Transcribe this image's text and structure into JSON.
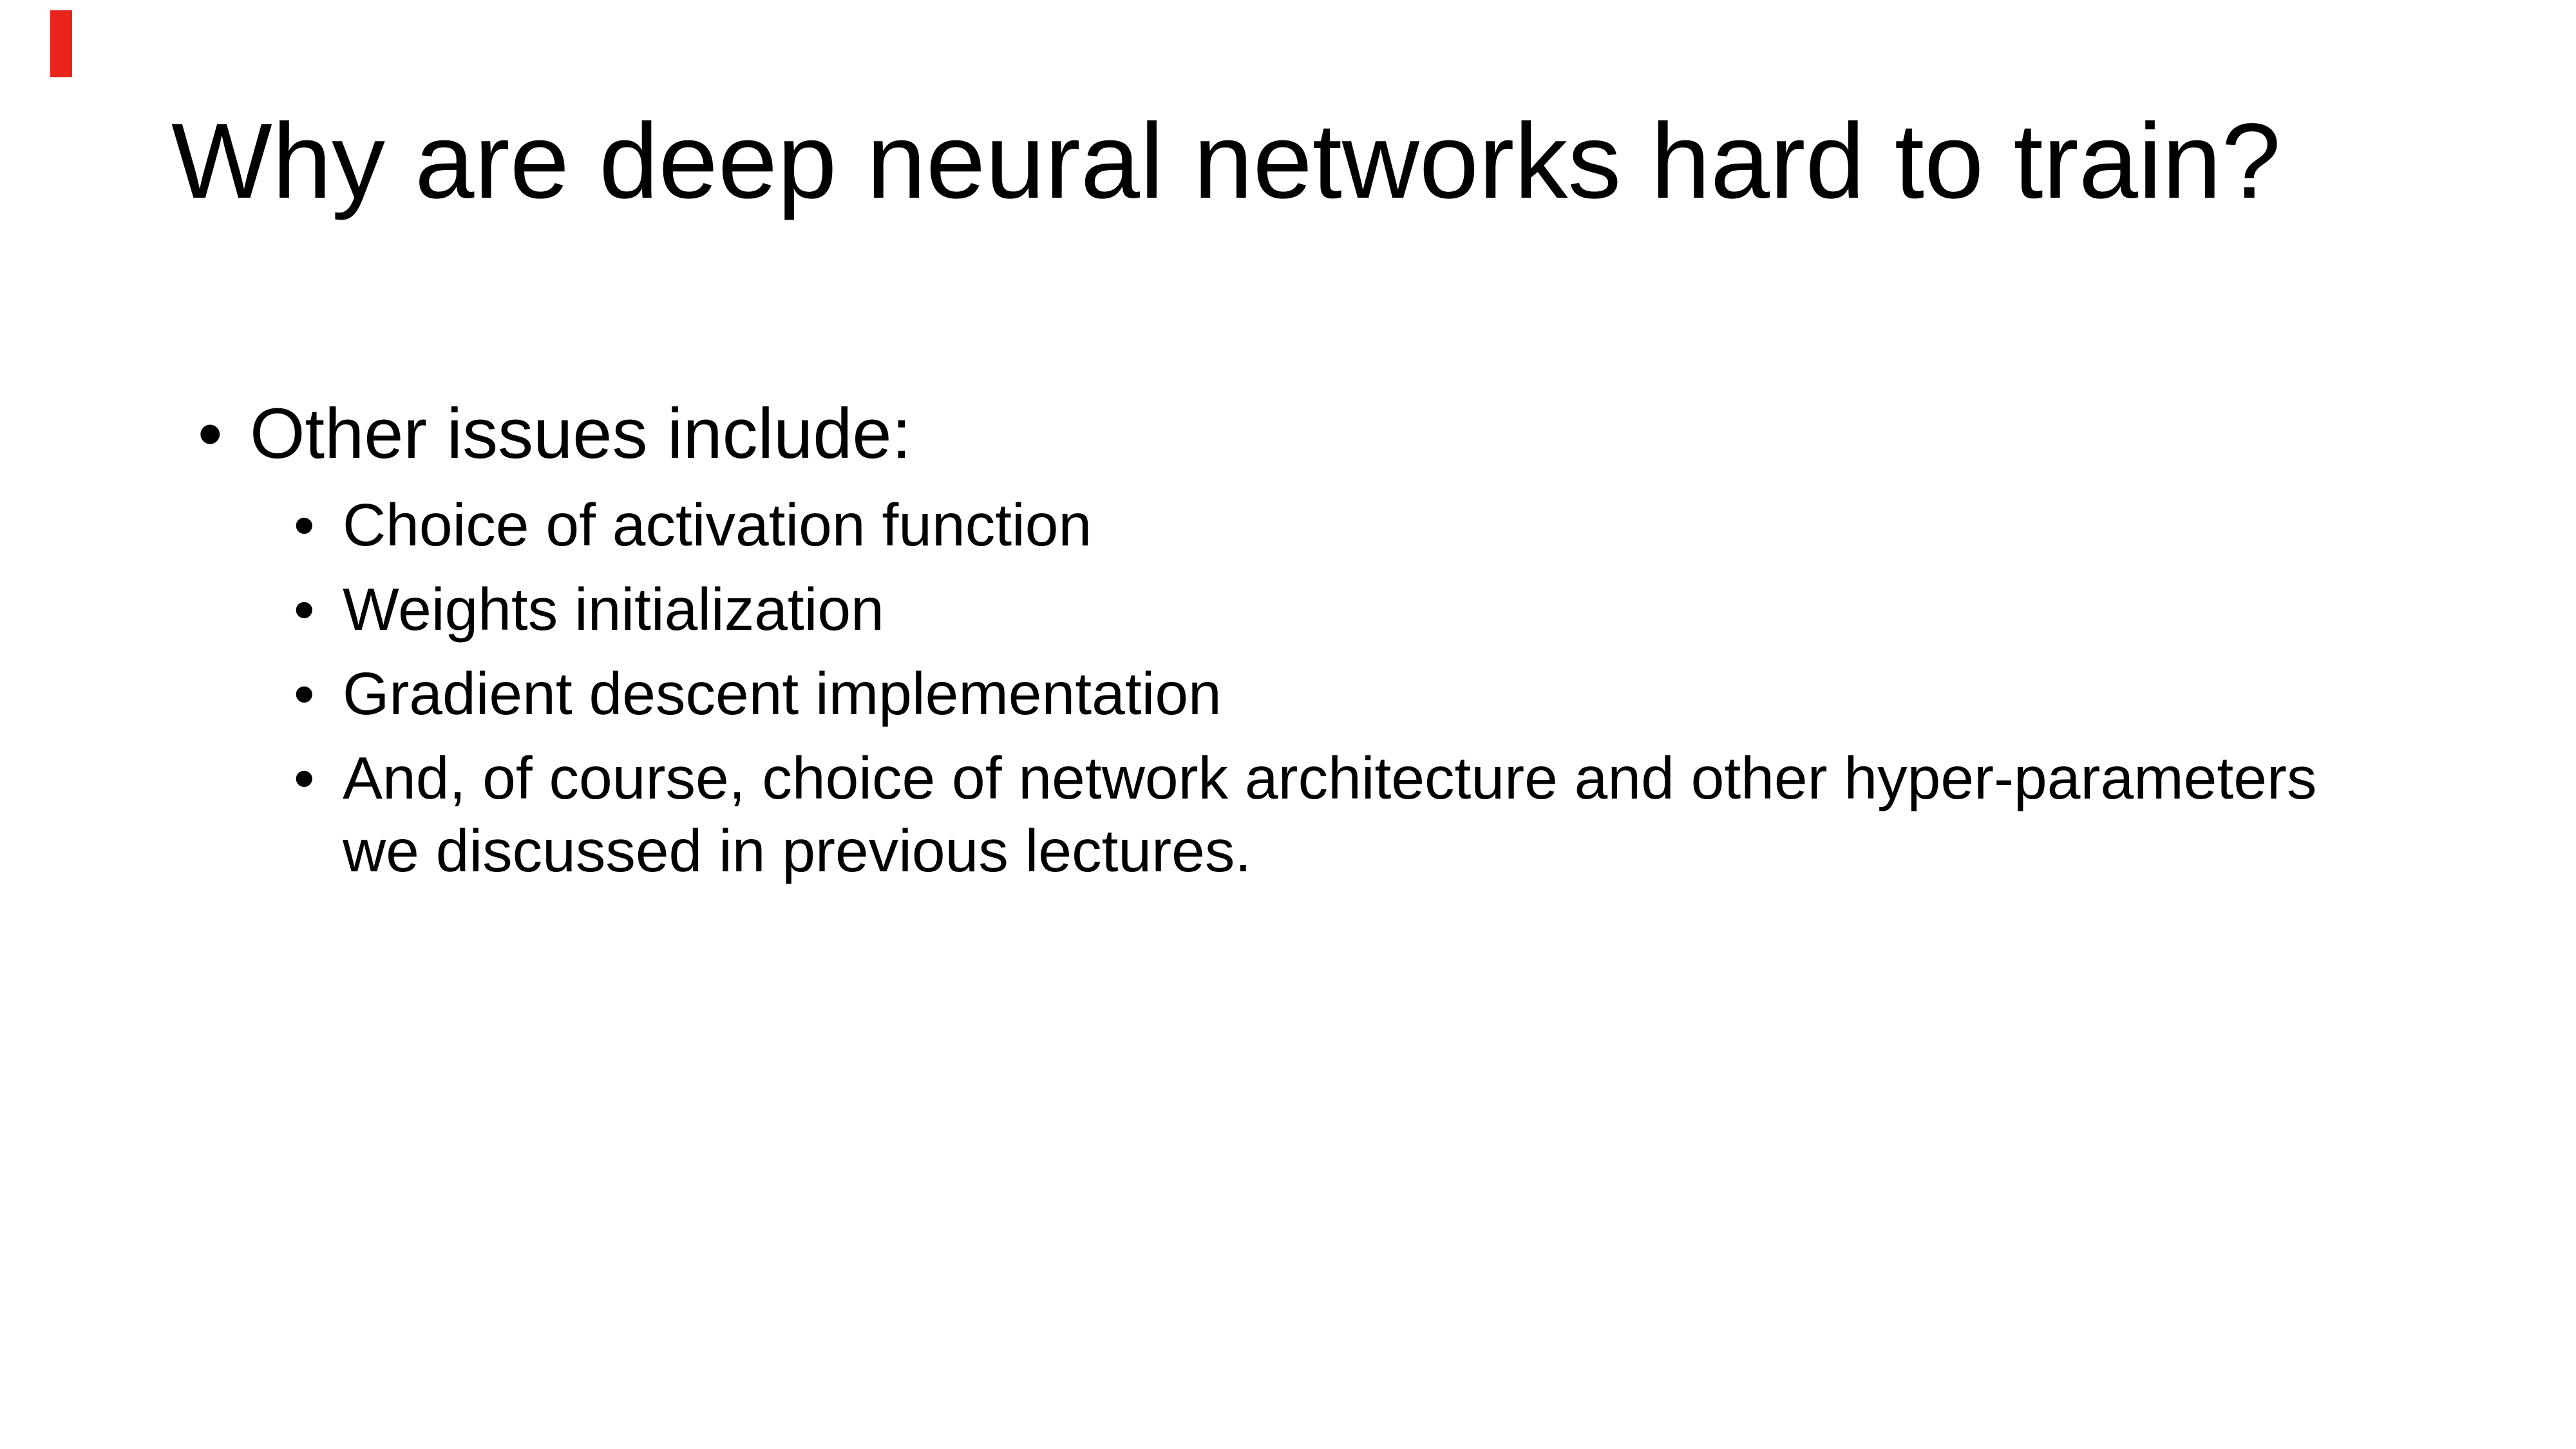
{
  "slide": {
    "background_color": "#ffffff",
    "text_color": "#000000",
    "accent_bar_color": "#e8241d",
    "title": "Why are deep neural networks hard to train?",
    "bullet_char": "•",
    "main_bullet": "Other issues include:",
    "sub_bullets": [
      {
        "lines": [
          "Choice of activation function"
        ]
      },
      {
        "lines": [
          "Weights initialization"
        ]
      },
      {
        "lines": [
          "Gradient descent implementation"
        ]
      },
      {
        "lines": [
          "And, of course, choice of network architecture and other hyper-parameters",
          "we discussed in previous lectures."
        ]
      }
    ]
  }
}
